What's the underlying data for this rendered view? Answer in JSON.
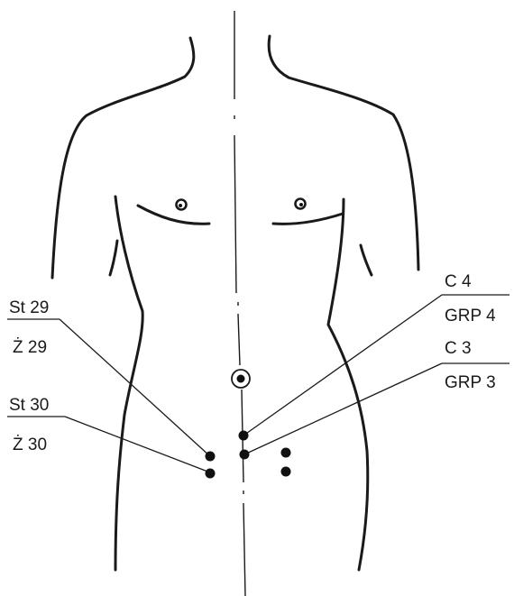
{
  "labels": {
    "st29": "St 29",
    "z29": "Ż 29",
    "st30": "St 30",
    "z30": "Ż 30",
    "c4": "C 4",
    "grp4": "GRP 4",
    "c3": "C 3",
    "grp3": "GRP 3"
  },
  "colors": {
    "ink": "#1a1a1a",
    "background": "#ffffff"
  }
}
